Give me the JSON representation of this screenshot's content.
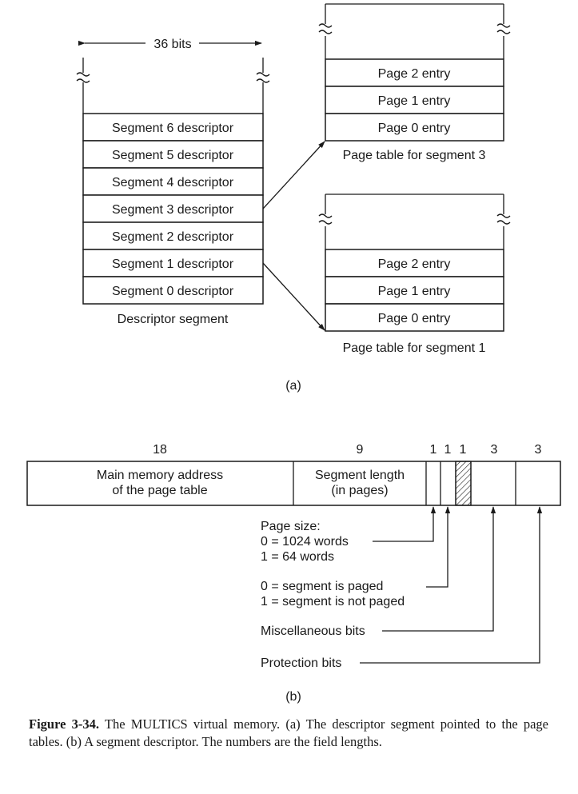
{
  "part_a": {
    "width_label": "36 bits",
    "descriptor_rows": [
      "Segment 6 descriptor",
      "Segment 5 descriptor",
      "Segment 4 descriptor",
      "Segment 3 descriptor",
      "Segment 2 descriptor",
      "Segment 1 descriptor",
      "Segment 0 descriptor"
    ],
    "descriptor_caption": "Descriptor segment",
    "page_table_3": {
      "rows": [
        "Page 2 entry",
        "Page 1 entry",
        "Page 0 entry"
      ],
      "caption": "Page table for segment 3"
    },
    "page_table_1": {
      "rows": [
        "Page 2 entry",
        "Page 1 entry",
        "Page 0 entry"
      ],
      "caption": "Page table for segment 1"
    },
    "label": "(a)"
  },
  "part_b": {
    "field_lengths": [
      "18",
      "9",
      "1",
      "1",
      "1",
      "3",
      "3"
    ],
    "field_1": [
      "Main memory address",
      "of the page table"
    ],
    "field_2": [
      "Segment length",
      "(in pages)"
    ],
    "page_size": [
      "Page size:",
      "0 = 1024 words",
      "1 = 64 words"
    ],
    "paged": [
      "0 = segment is paged",
      "1 = segment is not paged"
    ],
    "misc": "Miscellaneous bits",
    "protection": "Protection bits",
    "label": "(b)"
  },
  "caption": {
    "figure_number": "Figure 3-34.",
    "text": " The MULTICS virtual memory. (a) The descriptor segment pointed to the page tables. (b) A segment descriptor. The numbers are the field lengths."
  }
}
